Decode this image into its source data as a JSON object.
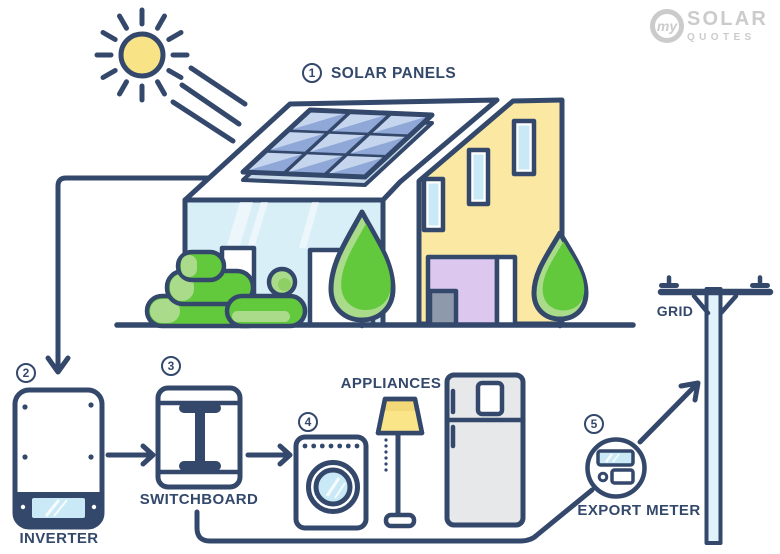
{
  "logo": {
    "mark": "my",
    "line1": "SOLAR",
    "line2": "QUOTES"
  },
  "steps": [
    {
      "number": "1",
      "label": "SOLAR PANELS"
    },
    {
      "number": "2",
      "label": "INVERTER"
    },
    {
      "number": "3",
      "label": "SWITCHBOARD"
    },
    {
      "number": "4",
      "label": "APPLIANCES"
    },
    {
      "number": "5",
      "label": "EXPORT METER"
    }
  ],
  "labels": {
    "grid": "GRID"
  },
  "palette": {
    "outline": "#33486B",
    "sun_yellow": "#F9E387",
    "house_wall_yellow": "#FBE9A3",
    "glass_blue": "#D8EFF8",
    "panel_cell_blue": "#8FA8D8",
    "panel_highlight": "#C6D5EE",
    "panel_edge": "#C9DBEA",
    "green": "#62C93C",
    "light_green": "#A9DB8B",
    "door_purple": "#DCC7EF",
    "door_gray": "#8E9AAB",
    "appliance_gray": "#E6E8E9",
    "screen_blue": "#C9E9F7",
    "pole_fill": "#E2F2FB",
    "logo_gray": "#CBCBCB"
  }
}
